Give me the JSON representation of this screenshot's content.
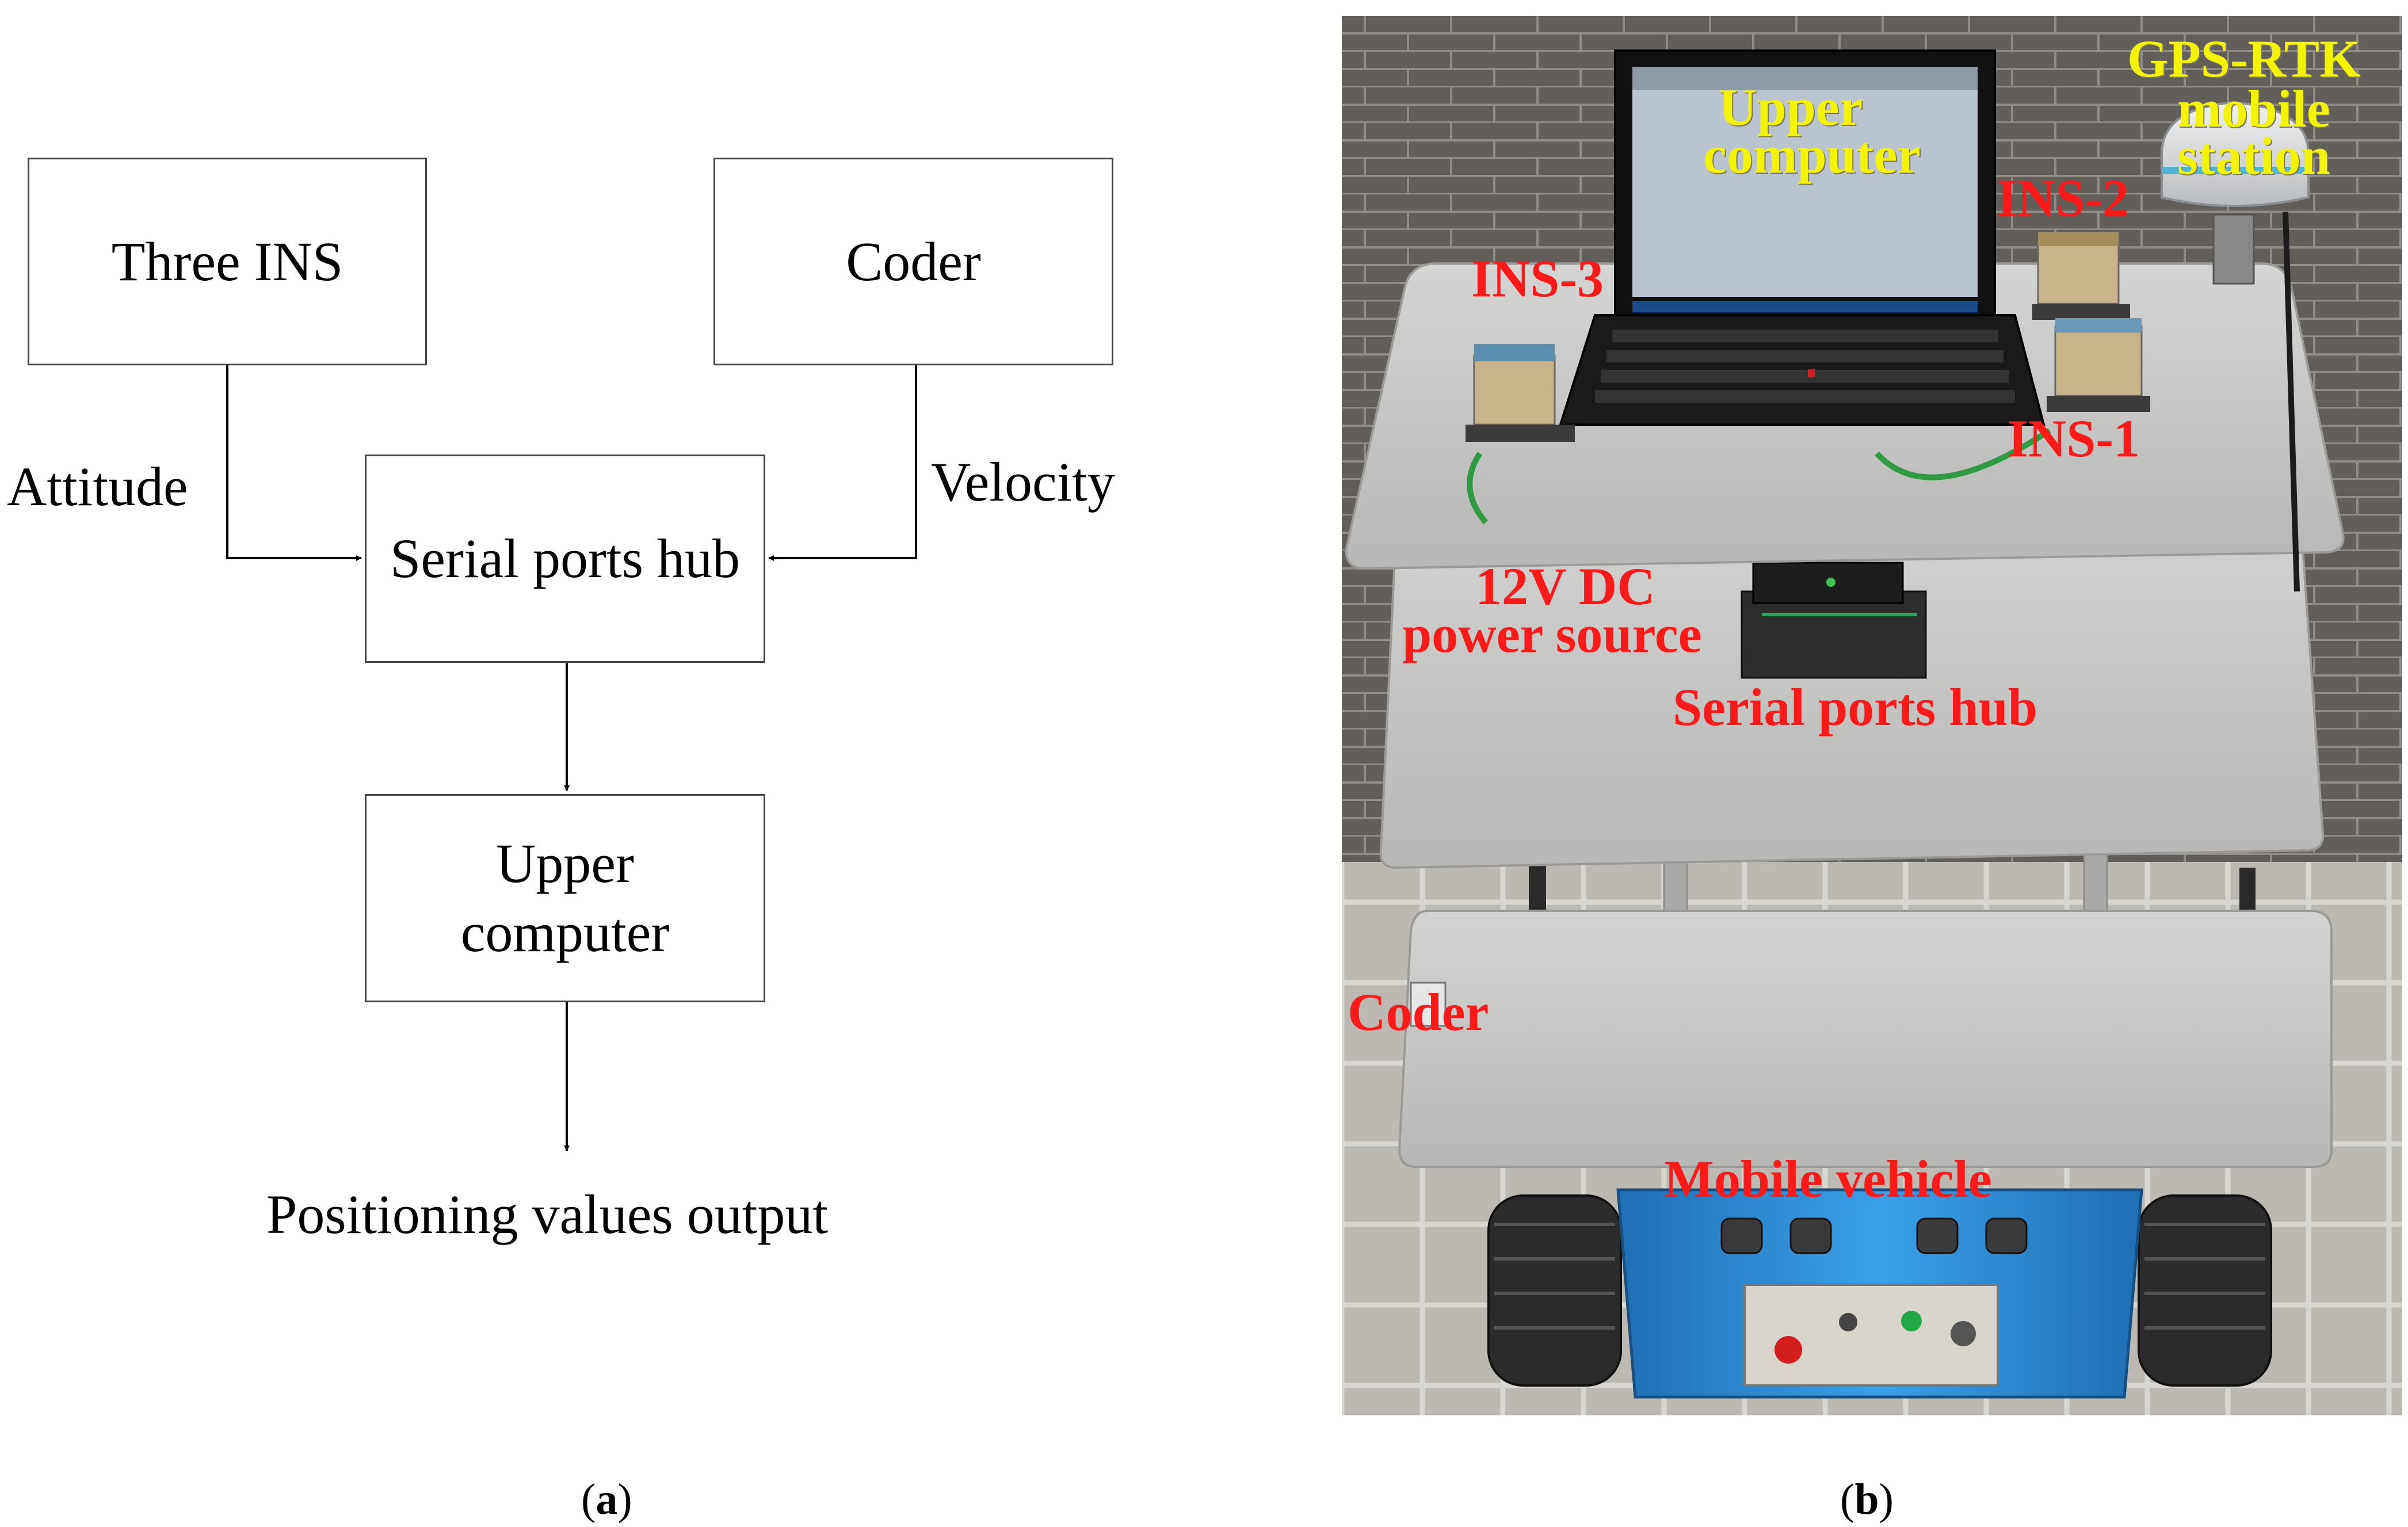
{
  "panel_a": {
    "caption": "(a)",
    "boxes": {
      "ins": "Three INS",
      "coder": "Coder",
      "hub": "Serial ports hub",
      "upper_line1": "Upper",
      "upper_line2": "computer"
    },
    "edge_labels": {
      "attitude": "Attitude",
      "velocity": "Velocity"
    },
    "output": "Positioning values output"
  },
  "panel_b": {
    "caption": "(b)",
    "labels": {
      "upper_computer_line1": "Upper",
      "upper_computer_line2": "computer",
      "gps_line1": "GPS-RTK",
      "gps_line2": "mobile",
      "gps_line3": "station",
      "ins1": "INS-1",
      "ins2": "INS-2",
      "ins3": "INS-3",
      "dc_line1": "12V DC",
      "dc_line2": "power source",
      "hub": "Serial ports hub",
      "coder": "Coder",
      "vehicle": "Mobile vehicle"
    },
    "colors": {
      "label_red": "#ff1a1a",
      "label_yellow": "#f4f400",
      "wall": "#6b6864",
      "plate": "#c9c9c7",
      "vehicle_body": "#2f8fd6"
    }
  }
}
